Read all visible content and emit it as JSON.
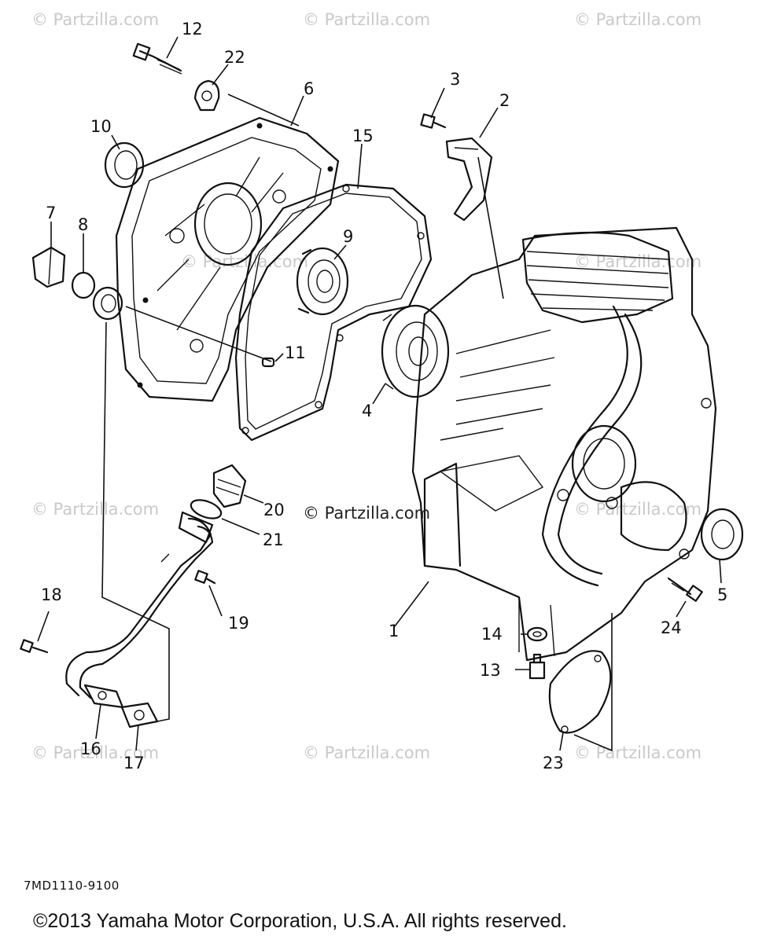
{
  "watermark": "© Partzilla.com",
  "center_watermark": "© Partzilla.com",
  "drawing_code": "7MD1110-9100",
  "copyright": "©2013 Yamaha Motor Corporation, U.S.A. All rights reserved.",
  "callouts": {
    "p1": "1",
    "p2": "2",
    "p3": "3",
    "p4": "4",
    "p5": "5",
    "p6": "6",
    "p7": "7",
    "p8": "8",
    "p9": "9",
    "p10": "10",
    "p11": "11",
    "p12": "12",
    "p13": "13",
    "p14": "14",
    "p15": "15",
    "p16": "16",
    "p17": "17",
    "p18": "18",
    "p19": "19",
    "p20": "20",
    "p21": "21",
    "p22": "22",
    "p23": "23",
    "p24": "24"
  }
}
